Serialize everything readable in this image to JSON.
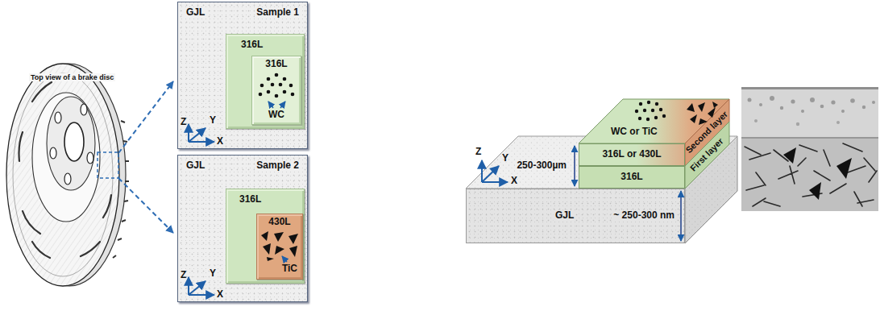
{
  "diagram": {
    "nodes": [
      {
        "text": [
          "GJL",
          "Sample 1"
        ]
      },
      {
        "text": [
          "316L"
        ],
        "in": 0
      },
      {
        "text": [
          "316L",
          "WC"
        ],
        "in": 1
      },
      {
        "text": [
          "GJL",
          "Sample 2"
        ]
      },
      {
        "text": [
          "316L"
        ],
        "in": 3
      },
      {
        "text": [
          "430L",
          "TiC"
        ],
        "in": 4
      },
      {
        "text": [
          "316L or 430L"
        ]
      },
      {
        "text": [
          "316L"
        ]
      },
      {
        "text": [
          "GJL",
          "~ 250-300 nm"
        ]
      }
    ],
    "labels": [
      "Top view of a brake disc",
      "Z",
      "Y",
      "X",
      "Z",
      "Y",
      "X",
      "Z",
      "Y",
      "X",
      "WC or TiC",
      "Second layer",
      "First layer",
      "250-300µm"
    ]
  }
}
